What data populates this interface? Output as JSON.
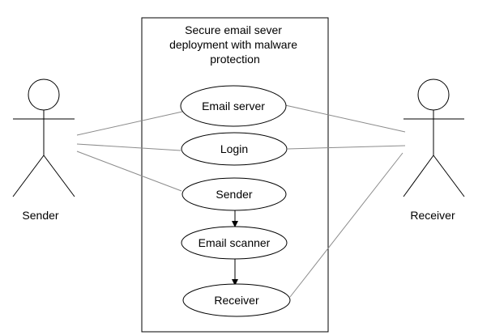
{
  "system": {
    "title_lines": [
      "Secure email sever",
      "deployment with malware",
      "protection"
    ]
  },
  "actors": {
    "sender": {
      "label": "Sender"
    },
    "receiver": {
      "label": "Receiver"
    }
  },
  "use_cases": {
    "email_server": {
      "label": "Email server"
    },
    "login": {
      "label": "Login"
    },
    "sender": {
      "label": "Sender"
    },
    "email_scanner": {
      "label": "Email scanner"
    },
    "receiver": {
      "label": "Receiver"
    }
  },
  "colors": {
    "stroke": "#000000",
    "association": "#8c8c8c",
    "background": "#ffffff"
  }
}
